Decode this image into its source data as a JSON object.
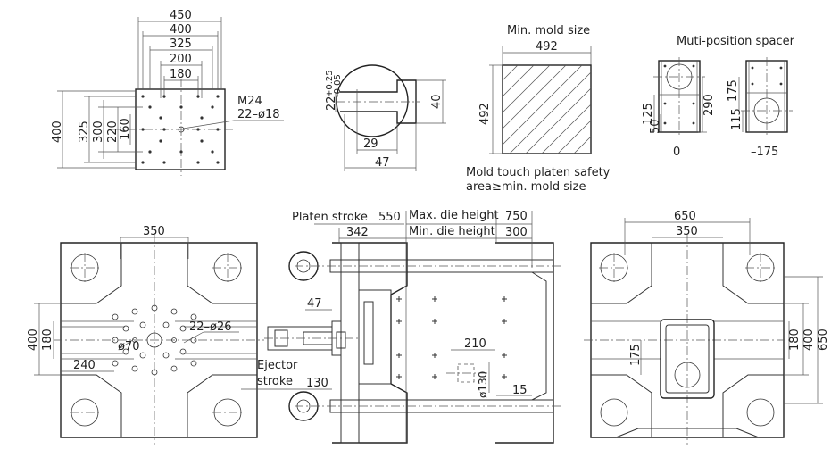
{
  "top_left_platen": {
    "widths": [
      "450",
      "400",
      "325",
      "200",
      "180"
    ],
    "heights": [
      "400",
      "325",
      "300",
      "220",
      "160"
    ],
    "thread": "M24",
    "holes": "22–ø18"
  },
  "nozzle_detail": {
    "slot_width": "22",
    "tol_plus": "+0.25",
    "tol_minus": "-0.05",
    "depth": "40",
    "offset_inner": "29",
    "offset_outer": "47"
  },
  "mold_size": {
    "title": "Min. mold size",
    "width": "492",
    "height": "492",
    "note_line1": "Mold touch platen safety",
    "note_line2": "area≥min. mold size"
  },
  "spacer": {
    "title": "Muti-position spacer",
    "dims": [
      "125",
      "50",
      "290",
      "175",
      "115"
    ],
    "pos_left": "0",
    "pos_right": "–175"
  },
  "fixed_platen": {
    "width": "350",
    "height": "400",
    "slot": "180",
    "center_dia": "ø70",
    "holes": "22–ø26",
    "offset": "240"
  },
  "side_view": {
    "platen_stroke_label": "Platen stroke",
    "platen_stroke": "550",
    "max_die_label": "Max. die height",
    "max_die": "750",
    "min_die_label": "Min. die height",
    "min_die": "300",
    "d342": "342",
    "d47": "47",
    "ejector_label1": "Ejector",
    "ejector_label2": "stroke",
    "ejector_stroke": "130",
    "d210": "210",
    "d130": "ø130",
    "d15": "15"
  },
  "moving_platen": {
    "width_outer": "650",
    "width_inner": "350",
    "h180": "180",
    "h400": "400",
    "h650": "650",
    "h175": "175"
  }
}
